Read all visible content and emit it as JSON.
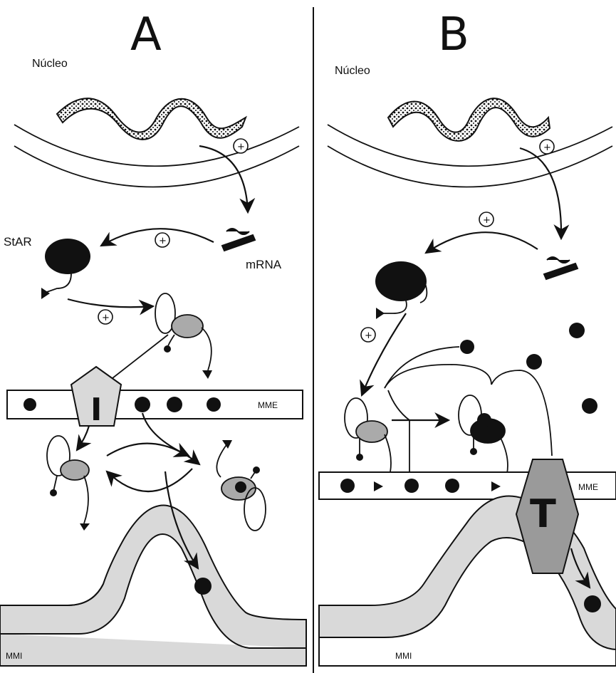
{
  "panels": {
    "a": {
      "letter": "A",
      "nucleus": "Núcleo",
      "star": "StAR",
      "mrna": "mRNA",
      "mme": "MME",
      "mmi": "MMI",
      "channel": "I"
    },
    "b": {
      "letter": "B",
      "nucleus": "Núcleo",
      "mme": "MME",
      "mmi": "MMI",
      "channel": "T"
    }
  },
  "symbols": {
    "plus": "+"
  }
}
